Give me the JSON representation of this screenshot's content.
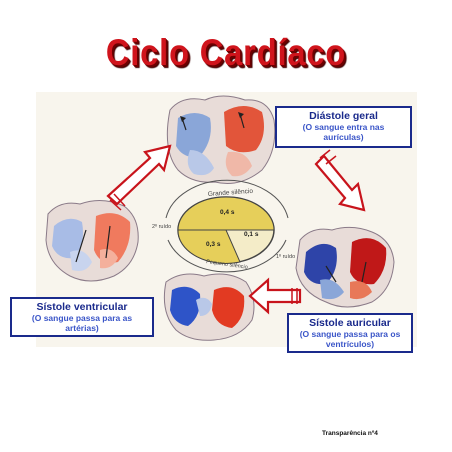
{
  "title": "Ciclo Cardíaco",
  "labels": {
    "diastole": {
      "heading": "Diástole geral",
      "sub": "(O sangue entra nas aurículas)"
    },
    "sistole_auricular": {
      "heading": "Sístole auricular",
      "sub": "(O sangue passa para os ventrículos)"
    },
    "sistole_ventricular": {
      "heading": "Sístole ventricular",
      "sub": "(O sangue passa para as artérias)"
    }
  },
  "cycle": {
    "top_arc": "Grande silêncio",
    "bottom_arc": "Pequeno silêncio",
    "left_label": "2º ruído",
    "right_label": "1º ruído",
    "segments": [
      {
        "label": "0,4 s",
        "color": "#e6cf5a"
      },
      {
        "label": "0,1 s",
        "color": "#f4ecc8"
      },
      {
        "label": "0,3 s",
        "color": "#e6cf5a"
      }
    ]
  },
  "footer": "Transparência nº4"
}
